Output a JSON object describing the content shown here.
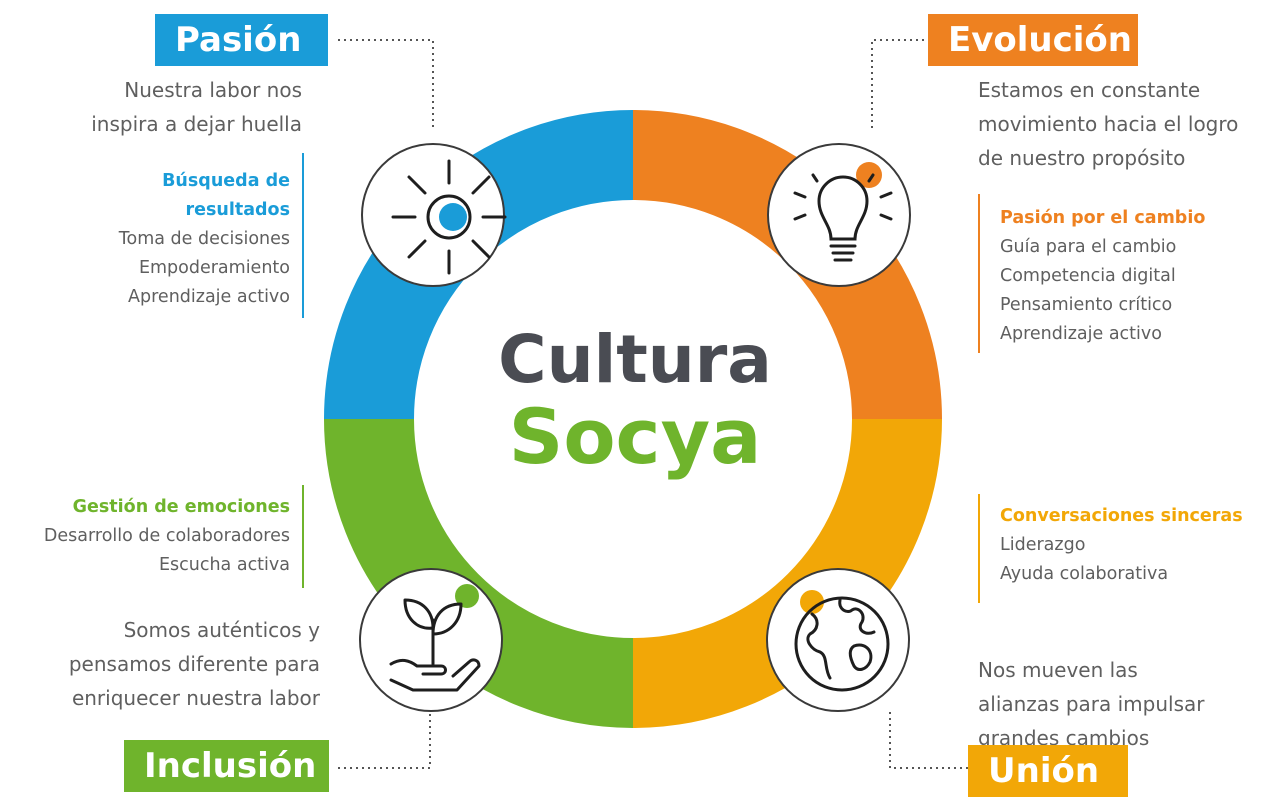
{
  "colors": {
    "blue": "#1a9cd8",
    "orange": "#ee8120",
    "yellow": "#f2a707",
    "green": "#6fb42c",
    "title_gray": "#4a4c53",
    "text_gray": "#5f5f5f"
  },
  "center": {
    "line1": "Cultura",
    "line2": "Socya"
  },
  "sections": {
    "pasion": {
      "title": "Pasión",
      "description": [
        "Nuestra labor nos",
        "inspira a dejar huella"
      ],
      "group_head": [
        "Búsqueda de",
        "resultados"
      ],
      "items": [
        "Toma de decisiones",
        "Empoderamiento",
        "Aprendizaje activo"
      ],
      "icon": "sun-icon"
    },
    "evolucion": {
      "title": "Evolución",
      "description": [
        "Estamos en constante",
        "movimiento hacia el logro",
        "de nuestro propósito"
      ],
      "group_head": "Pasión por el cambio",
      "items": [
        "Guía para el cambio",
        "Competencia digital",
        "Pensamiento crítico",
        "Aprendizaje activo"
      ],
      "icon": "lightbulb-icon"
    },
    "inclusion": {
      "title": "Inclusión",
      "description": [
        "Somos auténticos y",
        "pensamos diferente para",
        "enriquecer nuestra labor"
      ],
      "group_head": "Gestión de emociones",
      "items": [
        "Desarrollo de colaboradores",
        "Escucha activa"
      ],
      "icon": "plant-in-hand-icon"
    },
    "union": {
      "title": "Unión",
      "description": [
        "Nos mueven las",
        "alianzas para impulsar",
        "grandes cambios"
      ],
      "group_head": "Conversaciones sinceras",
      "items": [
        "Liderazgo",
        "Ayuda colaborativa"
      ],
      "icon": "globe-icon"
    }
  }
}
